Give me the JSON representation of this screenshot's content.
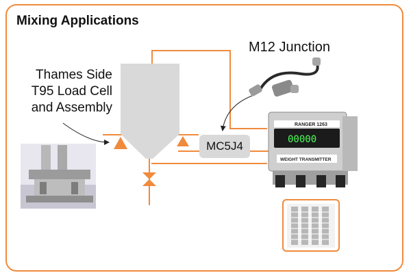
{
  "title": "Mixing Applications",
  "loadcell_label": [
    "Thames Side",
    "T95 Load Cell",
    "and Assembly"
  ],
  "junction_label": "M12 Junction",
  "module_label": "MC5J4",
  "transmitter": {
    "brand": "RANGER 1263",
    "display": "00000",
    "caption": "WEIGHT TRANSMITTER"
  },
  "colors": {
    "accent": "#f08a3c",
    "vessel": "#d9d9d9"
  }
}
